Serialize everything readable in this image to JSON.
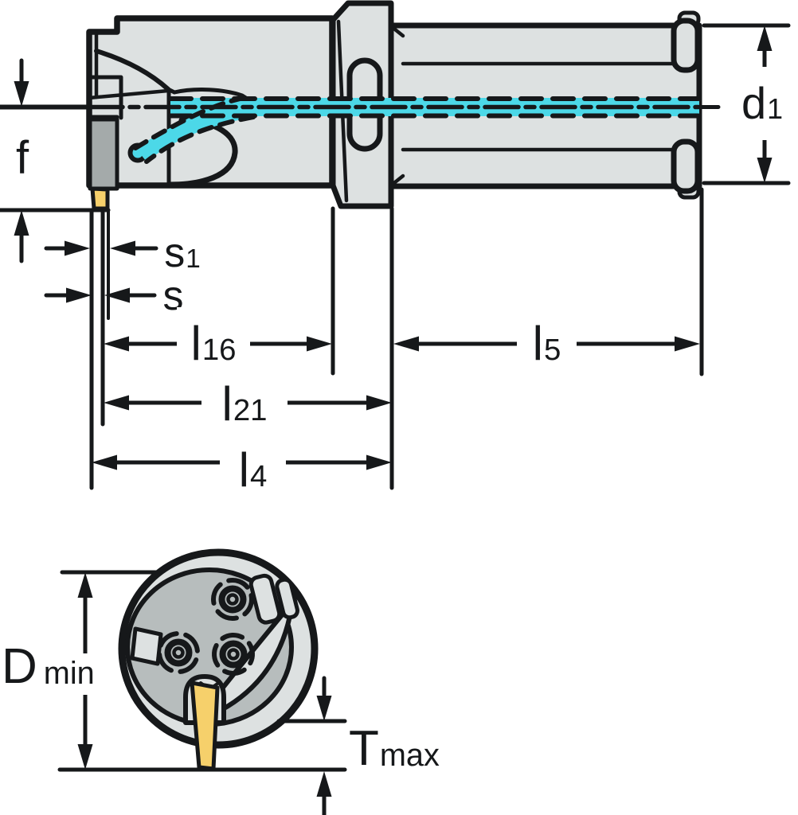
{
  "colors": {
    "line": "#16181a",
    "body": "#dde1e1",
    "facedark": "#b7bdbd",
    "clamp": "#a4aaaa",
    "coolant": "#4cd8e8",
    "insert": "#f6d06b",
    "bg": "#ffffff",
    "labelbg": "#ffffff"
  },
  "side": {
    "labels": {
      "f": {
        "main": "f",
        "sub": ""
      },
      "d1": {
        "main": "d",
        "sub": "1"
      },
      "s1": {
        "main": "s",
        "sub": "1"
      },
      "s": {
        "main": "s",
        "sub": ""
      },
      "l16": {
        "main": "l",
        "sub": "16"
      },
      "l21": {
        "main": "l",
        "sub": "21"
      },
      "l4": {
        "main": "l",
        "sub": "4"
      },
      "l5": {
        "main": "l",
        "sub": "5"
      }
    }
  },
  "front": {
    "labels": {
      "dmin": {
        "main": "D",
        "sub": "min"
      },
      "tmax": {
        "main": "T",
        "sub": "max"
      }
    }
  }
}
